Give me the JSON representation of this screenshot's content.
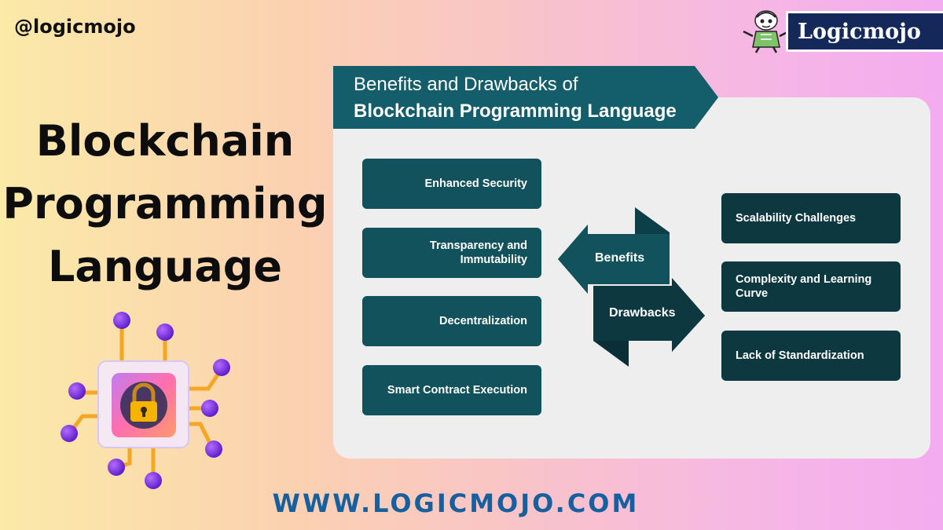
{
  "handle": "@logicmojo",
  "brand": {
    "name": "Logicmojo",
    "color": "#15285a"
  },
  "title_lines": [
    "Blockchain",
    "Programming",
    "Language"
  ],
  "banner": {
    "line1": "Benefits and Drawbacks of",
    "line2": "Blockchain Programming Language"
  },
  "center": {
    "benefits_label": "Benefits",
    "drawbacks_label": "Drawbacks"
  },
  "benefits": [
    "Enhanced Security",
    "Transparency and Immutability",
    "Decentralization",
    "Smart Contract Execution"
  ],
  "drawbacks": [
    "Scalability Challenges",
    "Complexity and Learning Curve",
    "Lack of Standardization"
  ],
  "website": "WWW.LOGICMOJO.COM",
  "colors": {
    "benefit_box": "#11525c",
    "drawback_box": "#0d3840",
    "banner": "#145d6b",
    "url": "#1660a0"
  },
  "icons": {
    "illustration": "padlock-chip-icon",
    "brand": "mascot-logo-icon"
  }
}
